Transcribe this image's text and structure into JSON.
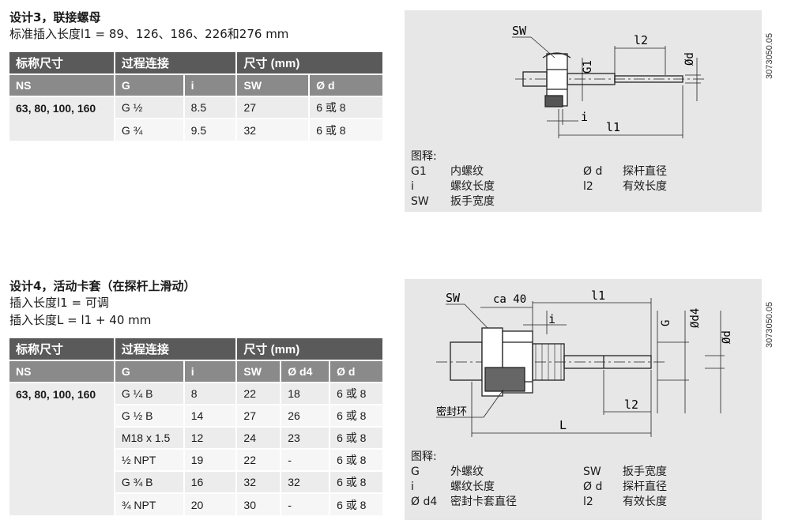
{
  "section3": {
    "title": "设计3，联接螺母",
    "subtitle": "标准插入长度l1 = 89、126、186、226和276 mm",
    "table": {
      "header1": [
        "标称尺寸",
        "过程连接",
        "尺寸 (mm)"
      ],
      "header2": [
        "NS",
        "G",
        "i",
        "SW",
        "Ø d"
      ],
      "ns": "63, 80, 100, 160",
      "rows": [
        [
          "G ½",
          "8.5",
          "27",
          "6 或 8"
        ],
        [
          "G ¾",
          "9.5",
          "32",
          "6 或 8"
        ]
      ]
    },
    "drawing": {
      "code": "3073050.05",
      "labels": {
        "sw": "SW",
        "l2": "l2",
        "g1": "G1",
        "od": "Ød",
        "i": "i",
        "l1": "l1"
      },
      "legend_title": "图释:",
      "legend_left": [
        [
          "G1",
          "内螺纹"
        ],
        [
          "i",
          "螺纹长度"
        ],
        [
          "SW",
          "扳手宽度"
        ]
      ],
      "legend_right": [
        [
          "Ø d",
          "探杆直径"
        ],
        [
          "l2",
          "有效长度"
        ]
      ]
    }
  },
  "section4": {
    "title": "设计4，活动卡套（在探杆上滑动）",
    "subtitle1": "插入长度l1 = 可调",
    "subtitle2": "插入长度L = l1 + 40 mm",
    "table": {
      "header1": [
        "标称尺寸",
        "过程连接",
        "尺寸 (mm)"
      ],
      "header2": [
        "NS",
        "G",
        "i",
        "SW",
        "Ø d4",
        "Ø d"
      ],
      "ns": "63, 80, 100, 160",
      "rows": [
        [
          "G ¼ B",
          "8",
          "22",
          "18",
          "6 或 8"
        ],
        [
          "G ½ B",
          "14",
          "27",
          "26",
          "6 或 8"
        ],
        [
          "M18 x 1.5",
          "12",
          "24",
          "23",
          "6 或 8"
        ],
        [
          "½ NPT",
          "19",
          "22",
          "-",
          "6 或 8"
        ],
        [
          "G ¾ B",
          "16",
          "32",
          "32",
          "6 或 8"
        ],
        [
          "¾ NPT",
          "20",
          "30",
          "-",
          "6 或 8"
        ]
      ]
    },
    "drawing": {
      "code": "3073050.05",
      "labels": {
        "sw": "SW",
        "ca40": "ca 40",
        "l1": "l1",
        "i": "i",
        "g": "G",
        "od4": "Ød4",
        "od": "Ød",
        "l2": "l2",
        "L": "L",
        "seal": "密封环"
      },
      "legend_title": "图释:",
      "legend_left": [
        [
          "G",
          "外螺纹"
        ],
        [
          "i",
          "螺纹长度"
        ],
        [
          "Ø d4",
          "密封卡套直径"
        ]
      ],
      "legend_right": [
        [
          "SW",
          "扳手宽度"
        ],
        [
          "Ø d",
          "探杆直径"
        ],
        [
          "l2",
          "有效长度"
        ]
      ]
    }
  }
}
